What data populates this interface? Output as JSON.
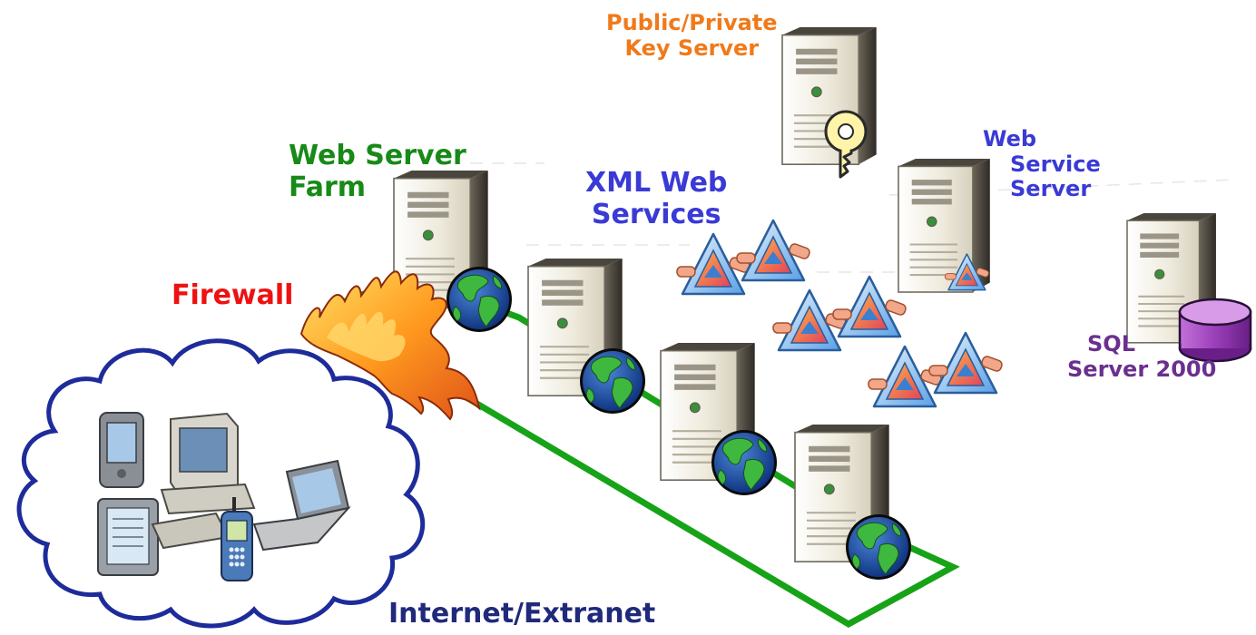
{
  "labels": {
    "key_server_line1": "Public/Private",
    "key_server_line2": "Key Server",
    "web_server_farm_line1": "Web Server",
    "web_server_farm_line2": "Farm",
    "xml_web_services_line1": "XML Web",
    "xml_web_services_line2": "Services",
    "web_service_server_line1": "Web",
    "web_service_server_line2": "Service",
    "web_service_server_line3": "Server",
    "firewall": "Firewall",
    "sql_server_line1": "SQL",
    "sql_server_line2": "Server 2000",
    "internet": "Internet/Extranet"
  },
  "colors": {
    "key_server": "#f07a1a",
    "web_server_farm": "#178a17",
    "xml_web_services": "#3a3ad6",
    "web_service_server": "#3a3ad6",
    "firewall": "#ee1111",
    "sql_server": "#6b2f8f",
    "internet": "#1f2a7a",
    "network_line": "#17a317",
    "cloud_outline": "#1e2b9a"
  },
  "icons": {
    "server": "server-tower-icon",
    "globe": "globe-icon",
    "key": "key-icon",
    "database": "database-cylinder-icon",
    "web_service": "xml-web-service-icon",
    "firewall": "firewall-flame-icon",
    "cloud": "cloud-icon"
  }
}
